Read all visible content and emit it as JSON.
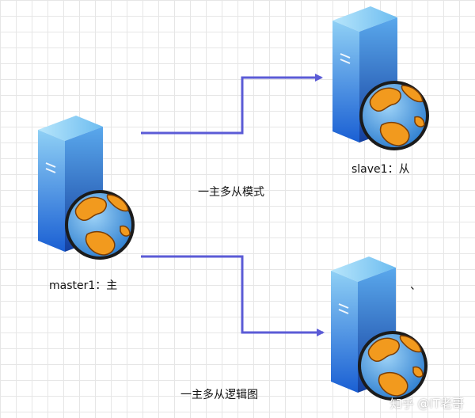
{
  "nodes": {
    "master": {
      "label": "master1：主"
    },
    "slave1": {
      "label": "slave1：从"
    },
    "slave2": {
      "label": "、"
    }
  },
  "captions": {
    "top": "一主多从模式",
    "bottom": "一主多从逻辑图"
  },
  "watermark": "知乎 @IT老哥",
  "colors": {
    "arrow": "#5b5bd6",
    "server_light": "#7cc6f2",
    "server_dark": "#1e6fd9",
    "globe_ocean": "#4a9ee0",
    "globe_land": "#f29a1e"
  }
}
